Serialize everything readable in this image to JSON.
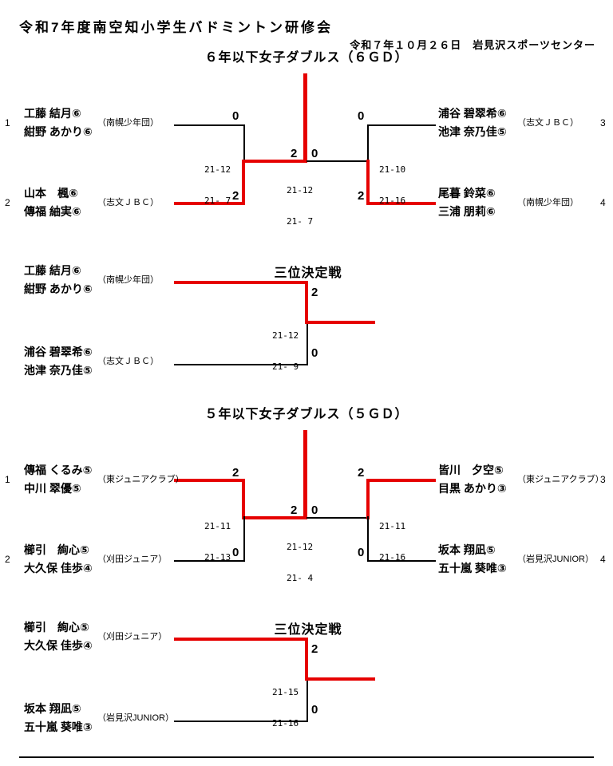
{
  "header": {
    "title": "令和7年度南空知小学生バドミントン研修会",
    "date_venue": "令和７年１０月２６日　岩見沢スポーツセンター"
  },
  "colors": {
    "winner": "#e60000",
    "line": "#000000"
  },
  "brackets": [
    {
      "title": "６年以下女子ダブルス（６ＧＤ）",
      "left_top": {
        "seed": "1",
        "player1": "工藤 結月⑥",
        "player2": "紺野 あかり⑥",
        "club": "（南幌少年団）",
        "score": "0"
      },
      "left_bottom": {
        "seed": "2",
        "player1": "山本　楓⑥",
        "player2": "傳福 紬実⑥",
        "club": "（志文ＪＢＣ）",
        "score": "2"
      },
      "right_top": {
        "seed": "3",
        "player1": "浦谷 碧翠希⑥",
        "player2": "池津 奈乃佳⑤",
        "club": "（志文ＪＢＣ）",
        "score": "0"
      },
      "right_bottom": {
        "seed": "4",
        "player1": "尾暮 鈴菜⑥",
        "player2": "三浦 朋莉⑥",
        "club": "（南幌少年団）",
        "score": "2"
      },
      "semi_left": {
        "set1": "21-12",
        "set2": "21- 7"
      },
      "semi_right": {
        "set1": "21-10",
        "set2": "21-16"
      },
      "final": {
        "left_score": "2",
        "right_score": "0",
        "set1": "21-12",
        "set2": "21- 7"
      },
      "third_place": {
        "title": "三位決定戦",
        "top": {
          "player1": "工藤 結月⑥",
          "player2": "紺野 あかり⑥",
          "club": "（南幌少年団）",
          "score": "2"
        },
        "bottom": {
          "player1": "浦谷 碧翠希⑥",
          "player2": "池津 奈乃佳⑤",
          "club": "（志文ＪＢＣ）",
          "score": "0"
        },
        "set1": "21-12",
        "set2": "21- 9"
      }
    },
    {
      "title": "５年以下女子ダブルス（５ＧＤ）",
      "left_top": {
        "seed": "1",
        "player1": "傳福 くるみ⑤",
        "player2": "中川 翠優⑤",
        "club": "（東ジュニアクラブ）",
        "score": "2"
      },
      "left_bottom": {
        "seed": "2",
        "player1": "櫛引　絢心⑤",
        "player2": "大久保 佳歩④",
        "club": "（刈田ジュニア）",
        "score": "0"
      },
      "right_top": {
        "seed": "3",
        "player1": "皆川　夕空⑤",
        "player2": "目黒 あかり③",
        "club": "（東ジュニアクラブ）",
        "score": "2"
      },
      "right_bottom": {
        "seed": "4",
        "player1": "坂本 翔凪⑤",
        "player2": "五十嵐 葵唯③",
        "club": "（岩見沢JUNIOR）",
        "score": "0"
      },
      "semi_left": {
        "set1": "21-11",
        "set2": "21-13"
      },
      "semi_right": {
        "set1": "21-11",
        "set2": "21-16"
      },
      "final": {
        "left_score": "2",
        "right_score": "0",
        "set1": "21-12",
        "set2": "21- 4"
      },
      "third_place": {
        "title": "三位決定戦",
        "top": {
          "player1": "櫛引　絢心⑤",
          "player2": "大久保 佳歩④",
          "club": "（刈田ジュニア）",
          "score": "2"
        },
        "bottom": {
          "player1": "坂本 翔凪⑤",
          "player2": "五十嵐 葵唯③",
          "club": "（岩見沢JUNIOR）",
          "score": "0"
        },
        "set1": "21-15",
        "set2": "21-16"
      }
    }
  ]
}
